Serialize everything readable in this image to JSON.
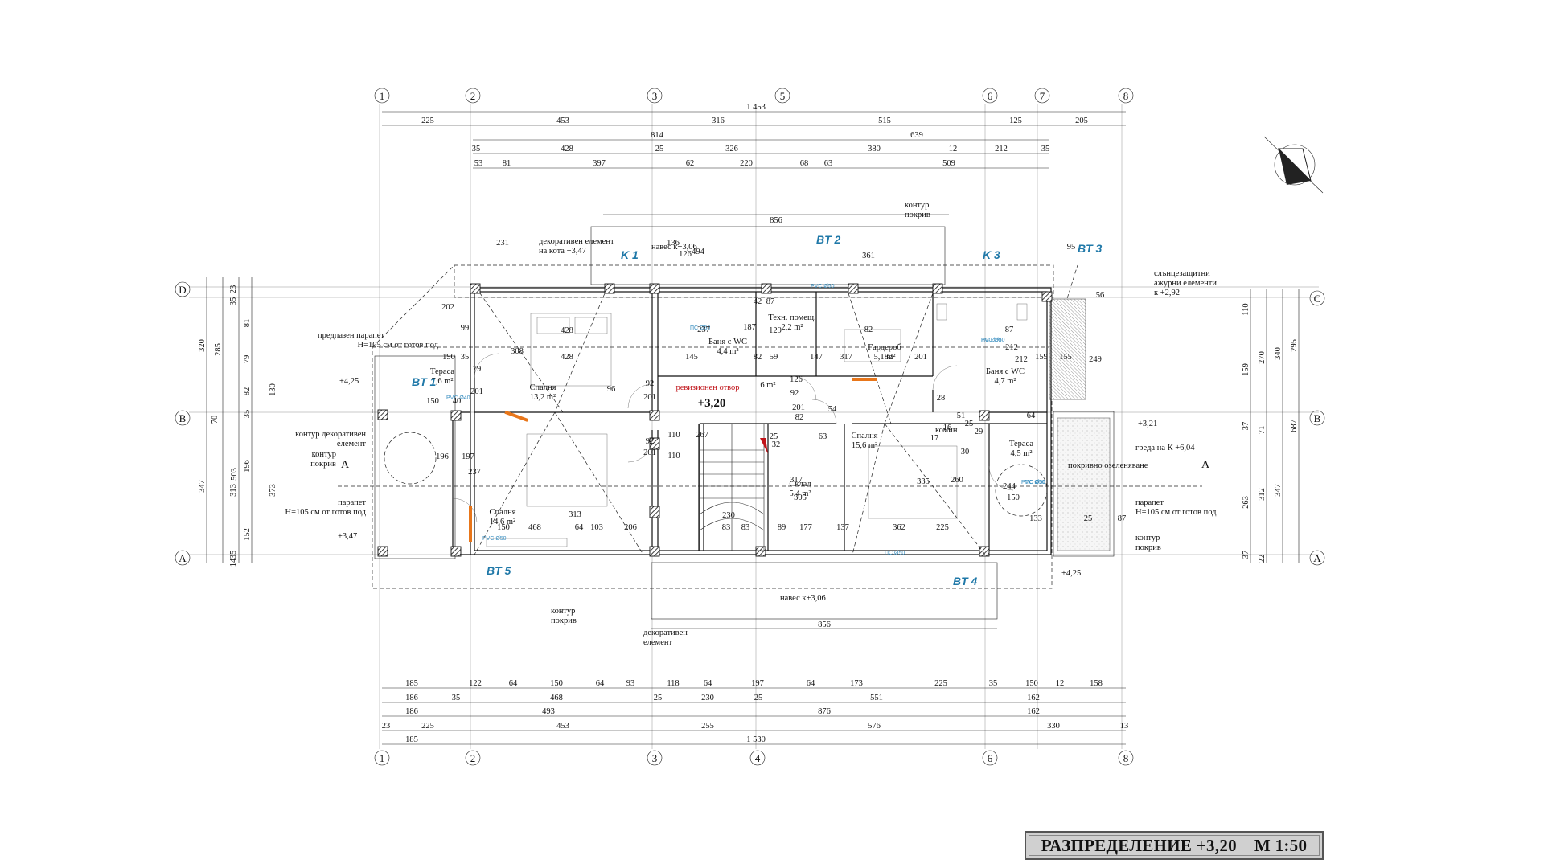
{
  "title": {
    "name": "РАЗПРЕДЕЛЕНИЕ +3,20",
    "scale": "М 1:50"
  },
  "axes": {
    "top_numbers": [
      "1",
      "2",
      "3",
      "5",
      "6",
      "7",
      "8"
    ],
    "bottom_numbers": [
      "1",
      "2",
      "3",
      "4",
      "6",
      "8"
    ],
    "left_letters": [
      "D",
      "B",
      "A"
    ],
    "right_letters": [
      "C",
      "B",
      "A"
    ]
  },
  "dims_top": {
    "row1": [
      "1 453"
    ],
    "row2": [
      "225",
      "453",
      "316",
      "515",
      "125",
      "205"
    ],
    "row3": [
      "814",
      "639"
    ],
    "row4": [
      "35",
      "428",
      "25",
      "326",
      "380",
      "12",
      "212",
      "35"
    ],
    "row5": [
      "53",
      "81",
      "397",
      "62",
      "220",
      "68",
      "63",
      "509"
    ]
  },
  "dims_bottom": {
    "row1": [
      "185",
      "122",
      "64",
      "150",
      "64",
      "93",
      "118",
      "64",
      "197",
      "64",
      "173",
      "225",
      "35",
      "150",
      "12",
      "158"
    ],
    "row2": [
      "186",
      "35",
      "468",
      "25",
      "230",
      "25",
      "551",
      "162"
    ],
    "row3": [
      "186",
      "493",
      "876",
      "162"
    ],
    "row4": [
      "23",
      "225",
      "453",
      "255",
      "576",
      "330",
      "13"
    ],
    "row5": [
      "185",
      "1 530"
    ]
  },
  "dims_left": {
    "outer": [
      "320",
      "347",
      "70"
    ],
    "mid": [
      "285",
      "503",
      "130",
      "373"
    ],
    "inner": [
      "23",
      "35",
      "81",
      "79",
      "82",
      "35",
      "196",
      "313",
      "152",
      "35",
      "14"
    ]
  },
  "dims_right": {
    "outer": [
      "687"
    ],
    "mid": [
      "340",
      "295",
      "263",
      "347"
    ],
    "inner": [
      "110",
      "159",
      "270",
      "37",
      "71",
      "312",
      "37",
      "22"
    ]
  },
  "rooms": [
    {
      "name": "Спалня",
      "area": "13,2 m²"
    },
    {
      "name": "Спалня",
      "area": "14,6 m²"
    },
    {
      "name": "Спалня",
      "area": "15,6 m²"
    },
    {
      "name": "Баня с WC",
      "area": "4,4 m²"
    },
    {
      "name": "Баня с WC",
      "area": "4,7 m²"
    },
    {
      "name": "Техн. помещ.",
      "area": "2,2 m²"
    },
    {
      "name": "Гардероб",
      "area": "5,1 m²"
    },
    {
      "name": "Склад",
      "area": "5,4 m²"
    },
    {
      "name": "Тераса",
      "area": "7,6 m²"
    },
    {
      "name": "Тераса",
      "area": "4,5 m²"
    },
    {
      "name": "",
      "area": "6 m²"
    }
  ],
  "level_mark": "+3,20",
  "notes": {
    "decor_top": [
      "декоративен елемент",
      "на кота +3,47"
    ],
    "canopy_top": "навес к+3,06",
    "canopy_bottom": "навес к+3,06",
    "roof_contour": [
      "контур",
      "покрив"
    ],
    "parapet_left": [
      "предпазен парапет",
      "H=105 см от готов под"
    ],
    "decor_contour": [
      "контур декоративен",
      "елемент"
    ],
    "roof_contour_left": [
      "контур",
      "покрив"
    ],
    "parapet_left2": [
      "парапет",
      "H=105 см от готов под"
    ],
    "sun": [
      "слънцезащитни",
      "ажурни елементи",
      "к +2,92"
    ],
    "beam": "греда на К +6,04",
    "green_roof": "покривно озеленяване",
    "parapet_right": [
      "парапет",
      "H=105 см от готов под"
    ],
    "roof_contour_right": [
      "контур",
      "покрив"
    ],
    "roof_contour_bottom": [
      "контур",
      "покрив"
    ],
    "decor_bottom": [
      "декоративен",
      "елемент"
    ],
    "revision": "ревизионен отвор",
    "chimney": "комин"
  },
  "levels": [
    "+4,25",
    "+3,47",
    "+3,21",
    "+4,25"
  ],
  "section_marks": [
    "A",
    "A"
  ],
  "tags": {
    "blue": [
      "K 1",
      "BT 2",
      "K 3",
      "BT 3",
      "BT 1",
      "BT 5",
      "BT 4"
    ],
    "pvc": [
      "PVC Ø40",
      "PVC Ø50",
      "PVC Ø50",
      "PVC Ø50",
      "PVC Ø50"
    ],
    "ps": [
      "ПС Ø50",
      "ПС Ø50",
      "ПС Ø50",
      "ПС Ø50"
    ]
  },
  "inner_dims": {
    "canopy_width_top": "856",
    "canopy_width_bottom": "856",
    "misc": [
      "231",
      "202",
      "494",
      "361",
      "126",
      "136",
      "95",
      "428",
      "428",
      "308",
      "99",
      "190",
      "35",
      "79",
      "201",
      "150",
      "40",
      "96",
      "92",
      "201",
      "92",
      "201",
      "145",
      "237",
      "42",
      "87",
      "187",
      "129",
      "82",
      "59",
      "82",
      "317",
      "147",
      "82",
      "201",
      "87",
      "212",
      "212",
      "159",
      "155",
      "249",
      "56",
      "197",
      "196",
      "237",
      "313",
      "468",
      "150",
      "64",
      "103",
      "206",
      "110",
      "110",
      "267",
      "230",
      "83",
      "83",
      "89",
      "177",
      "137",
      "362",
      "225",
      "63",
      "305",
      "54",
      "92",
      "201",
      "126",
      "82",
      "25",
      "32",
      "317",
      "335",
      "260",
      "244",
      "150",
      "133",
      "25",
      "87",
      "64",
      "51",
      "25",
      "16",
      "30",
      "17",
      "29",
      "28"
    ]
  }
}
